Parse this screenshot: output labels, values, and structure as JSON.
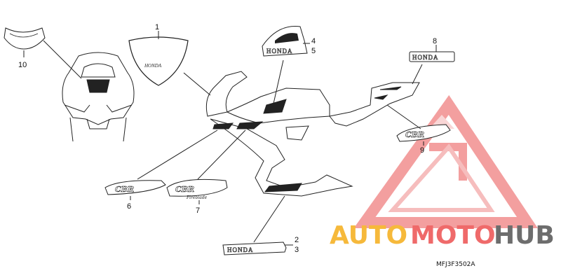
{
  "diagram": {
    "parts": [
      {
        "no": "1"
      },
      {
        "no": "2"
      },
      {
        "no": "3"
      },
      {
        "no": "4"
      },
      {
        "no": "5"
      },
      {
        "no": "6"
      },
      {
        "no": "7"
      },
      {
        "no": "8"
      },
      {
        "no": "9"
      },
      {
        "no": "10"
      }
    ],
    "decal_texts": {
      "honda_large": "HONDA",
      "honda_wing": "HONDA",
      "honda_tail": "HONDA",
      "cbr_6": "CBR",
      "cbr_7": "CBR",
      "cbr_7_sub": "Fireblade",
      "cbr_9": "CBR",
      "cowl_1": "HONDA"
    },
    "diagram_code": "MFJ3F3502A"
  },
  "watermark": {
    "part1": "AUTO",
    "part2": "MOTO",
    "part3": "HUB",
    "color_orange": "#f6b93b",
    "color_red": "#ef6a6a",
    "color_gray": "#6d6d6d"
  }
}
